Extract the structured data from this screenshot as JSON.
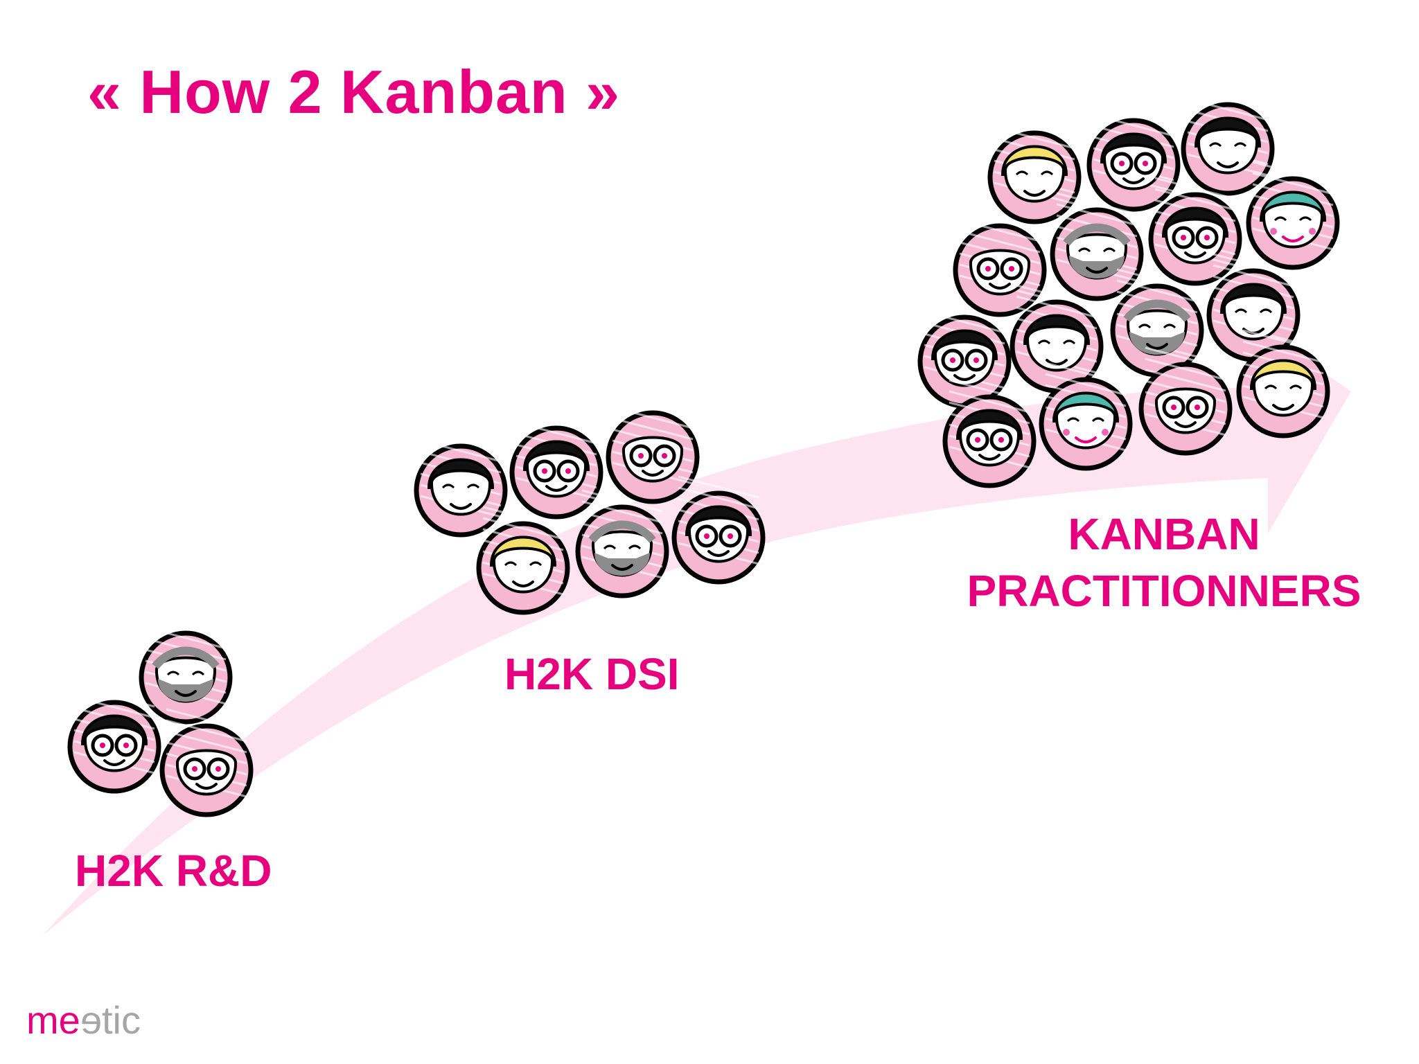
{
  "title": "« How 2 Kanban »",
  "stages": [
    {
      "label": "H2K R&D"
    },
    {
      "label": "H2K DSI"
    },
    {
      "label_line1": "KANBAN",
      "label_line2": "PRACTITIONNERS"
    }
  ],
  "logo": {
    "part1": "me",
    "part2": "e",
    "part3": "tic"
  },
  "colors": {
    "accent": "#e6007e",
    "arrow": "#fde4ef",
    "avatar_ring": "#f6b7d1",
    "hair_blond": "#f4df6a",
    "hair_teal": "#4fb8ac",
    "hair_black": "#111111",
    "hair_grey": "#8c8c8c",
    "logo_grey": "#a6a6a6"
  },
  "avatars": {
    "group_rd": [
      "grey-beard",
      "black-glasses",
      "bald-glasses"
    ],
    "group_dsi": [
      "black",
      "black-glasses",
      "bald-glasses",
      "blond",
      "grey-beard",
      "black-glasses"
    ],
    "group_kp": [
      "blond",
      "black-glasses",
      "black",
      "bald-glasses",
      "grey-beard",
      "black-glasses",
      "teal",
      "black-glasses",
      "black",
      "grey-beard",
      "black",
      "black-glasses",
      "teal",
      "bald-glasses",
      "blond"
    ]
  }
}
